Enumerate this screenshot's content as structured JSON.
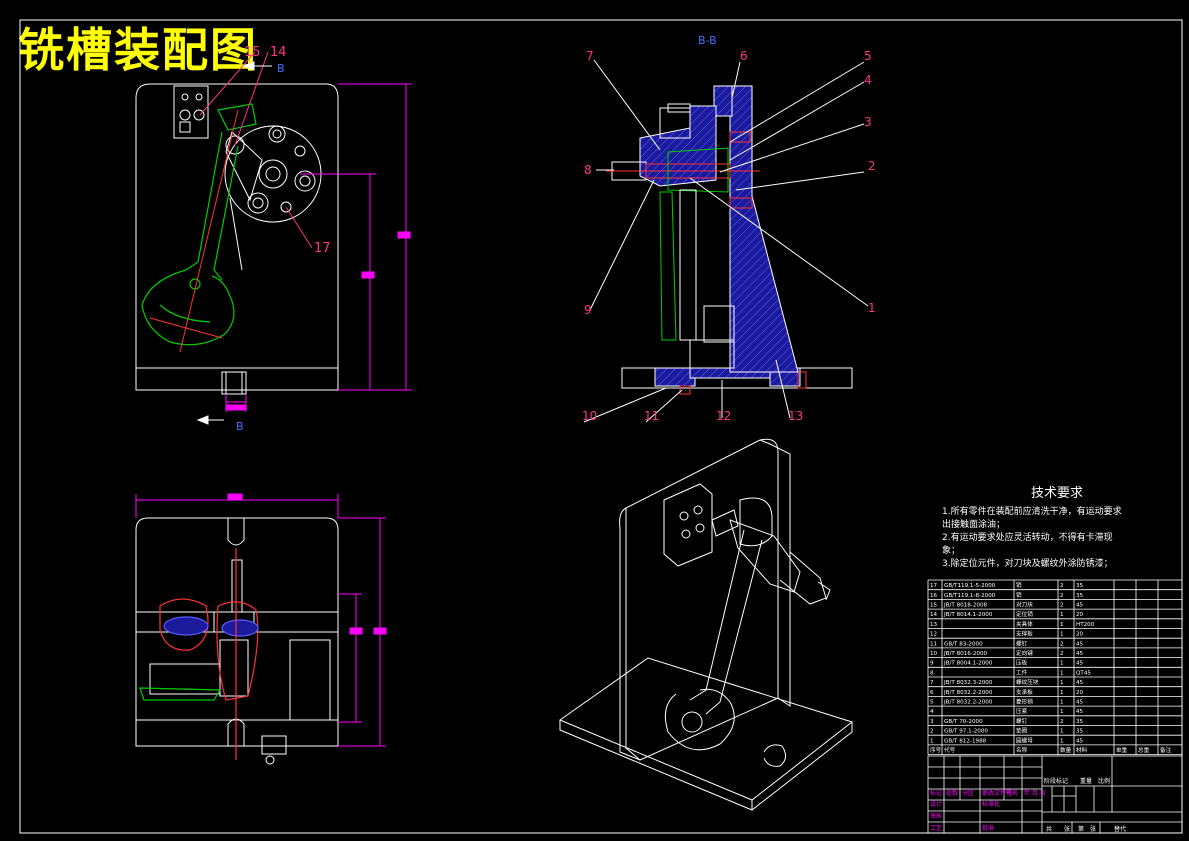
{
  "drawing_title": "铣槽装配图",
  "section_label": "B-B",
  "section_marker": "B",
  "callouts_front": [
    "15",
    "14",
    "17"
  ],
  "callouts_section": [
    "7",
    "6",
    "5",
    "4",
    "3",
    "2",
    "8",
    "9",
    "1",
    "10",
    "11",
    "12",
    "13"
  ],
  "tech_requirements": {
    "title": "技术要求",
    "lines": [
      "1.所有零件在装配前应清洗干净，有运动要求",
      "出接触面涂油；",
      "2.有运动要求处应灵活转动，不得有卡滞现",
      "象；",
      "3.除定位元件，对刀块及螺纹外涂防锈漆；"
    ]
  },
  "bom": {
    "rows": [
      [
        "17",
        "GB/T119.1-5-2000",
        "销",
        "2",
        "35"
      ],
      [
        "16",
        "GB/T119.1-8-2000",
        "销",
        "2",
        "35"
      ],
      [
        "15",
        "JB/T 8018-2008",
        "对刀块",
        "2",
        "45"
      ],
      [
        "14",
        "JB/T 8014.1-2000",
        "定位销",
        "1",
        "20"
      ],
      [
        "13",
        "",
        "夹具体",
        "1",
        "HT200"
      ],
      [
        "12",
        "",
        "支撑板",
        "1",
        "20"
      ],
      [
        "11",
        "GB/T 83-2000",
        "螺钉",
        "2",
        "45"
      ],
      [
        "10",
        "JB/T 8016-2000",
        "定向键",
        "2",
        "45"
      ],
      [
        "9",
        "JB/T 8004.1-2000",
        "压板",
        "1",
        "45"
      ],
      [
        "8",
        "",
        "工件",
        "1",
        "QT45"
      ],
      [
        "7",
        "JB/T 8032.3-2000",
        "螺纹压块",
        "1",
        "45"
      ],
      [
        "6",
        "JB/T 8032.2-2000",
        "支承板",
        "1",
        "20"
      ],
      [
        "5",
        "JB/T 8032.2-2000",
        "菱形销",
        "1",
        "45"
      ],
      [
        "4",
        "",
        "压紧",
        "1",
        "45"
      ],
      [
        "3",
        "GB/T 70-2000",
        "螺钉",
        "2",
        "35"
      ],
      [
        "2",
        "GB/T 97.1-2000",
        "垫圈",
        "1",
        "35"
      ],
      [
        "1",
        "GB/T 812-1988",
        "圆螺母",
        "1",
        "45"
      ]
    ],
    "header": [
      "序号",
      "代号",
      "名称",
      "数量",
      "材料",
      "单重",
      "总重",
      "备注"
    ]
  },
  "title_block": {
    "row1": [
      "标记",
      "处数",
      "分区",
      "更改文件号",
      "签名",
      "年.月.日"
    ],
    "row2": [
      "设计",
      "标准化"
    ],
    "row3": [
      "审核"
    ],
    "row4": [
      "工艺",
      "批准"
    ],
    "right1": [
      "阶段标记",
      "重量",
      "比例"
    ],
    "right2": [
      "共",
      "张",
      "第",
      "张",
      "替代"
    ]
  },
  "colors": {
    "background": "#000000",
    "outline": "#ffffff",
    "dimension": "#ff00ff",
    "workpiece": "#00cc00",
    "cutter": "#ff3333",
    "section_fill": "#1a1a9a",
    "leader": "#ff3388",
    "title": "#ffff00"
  }
}
